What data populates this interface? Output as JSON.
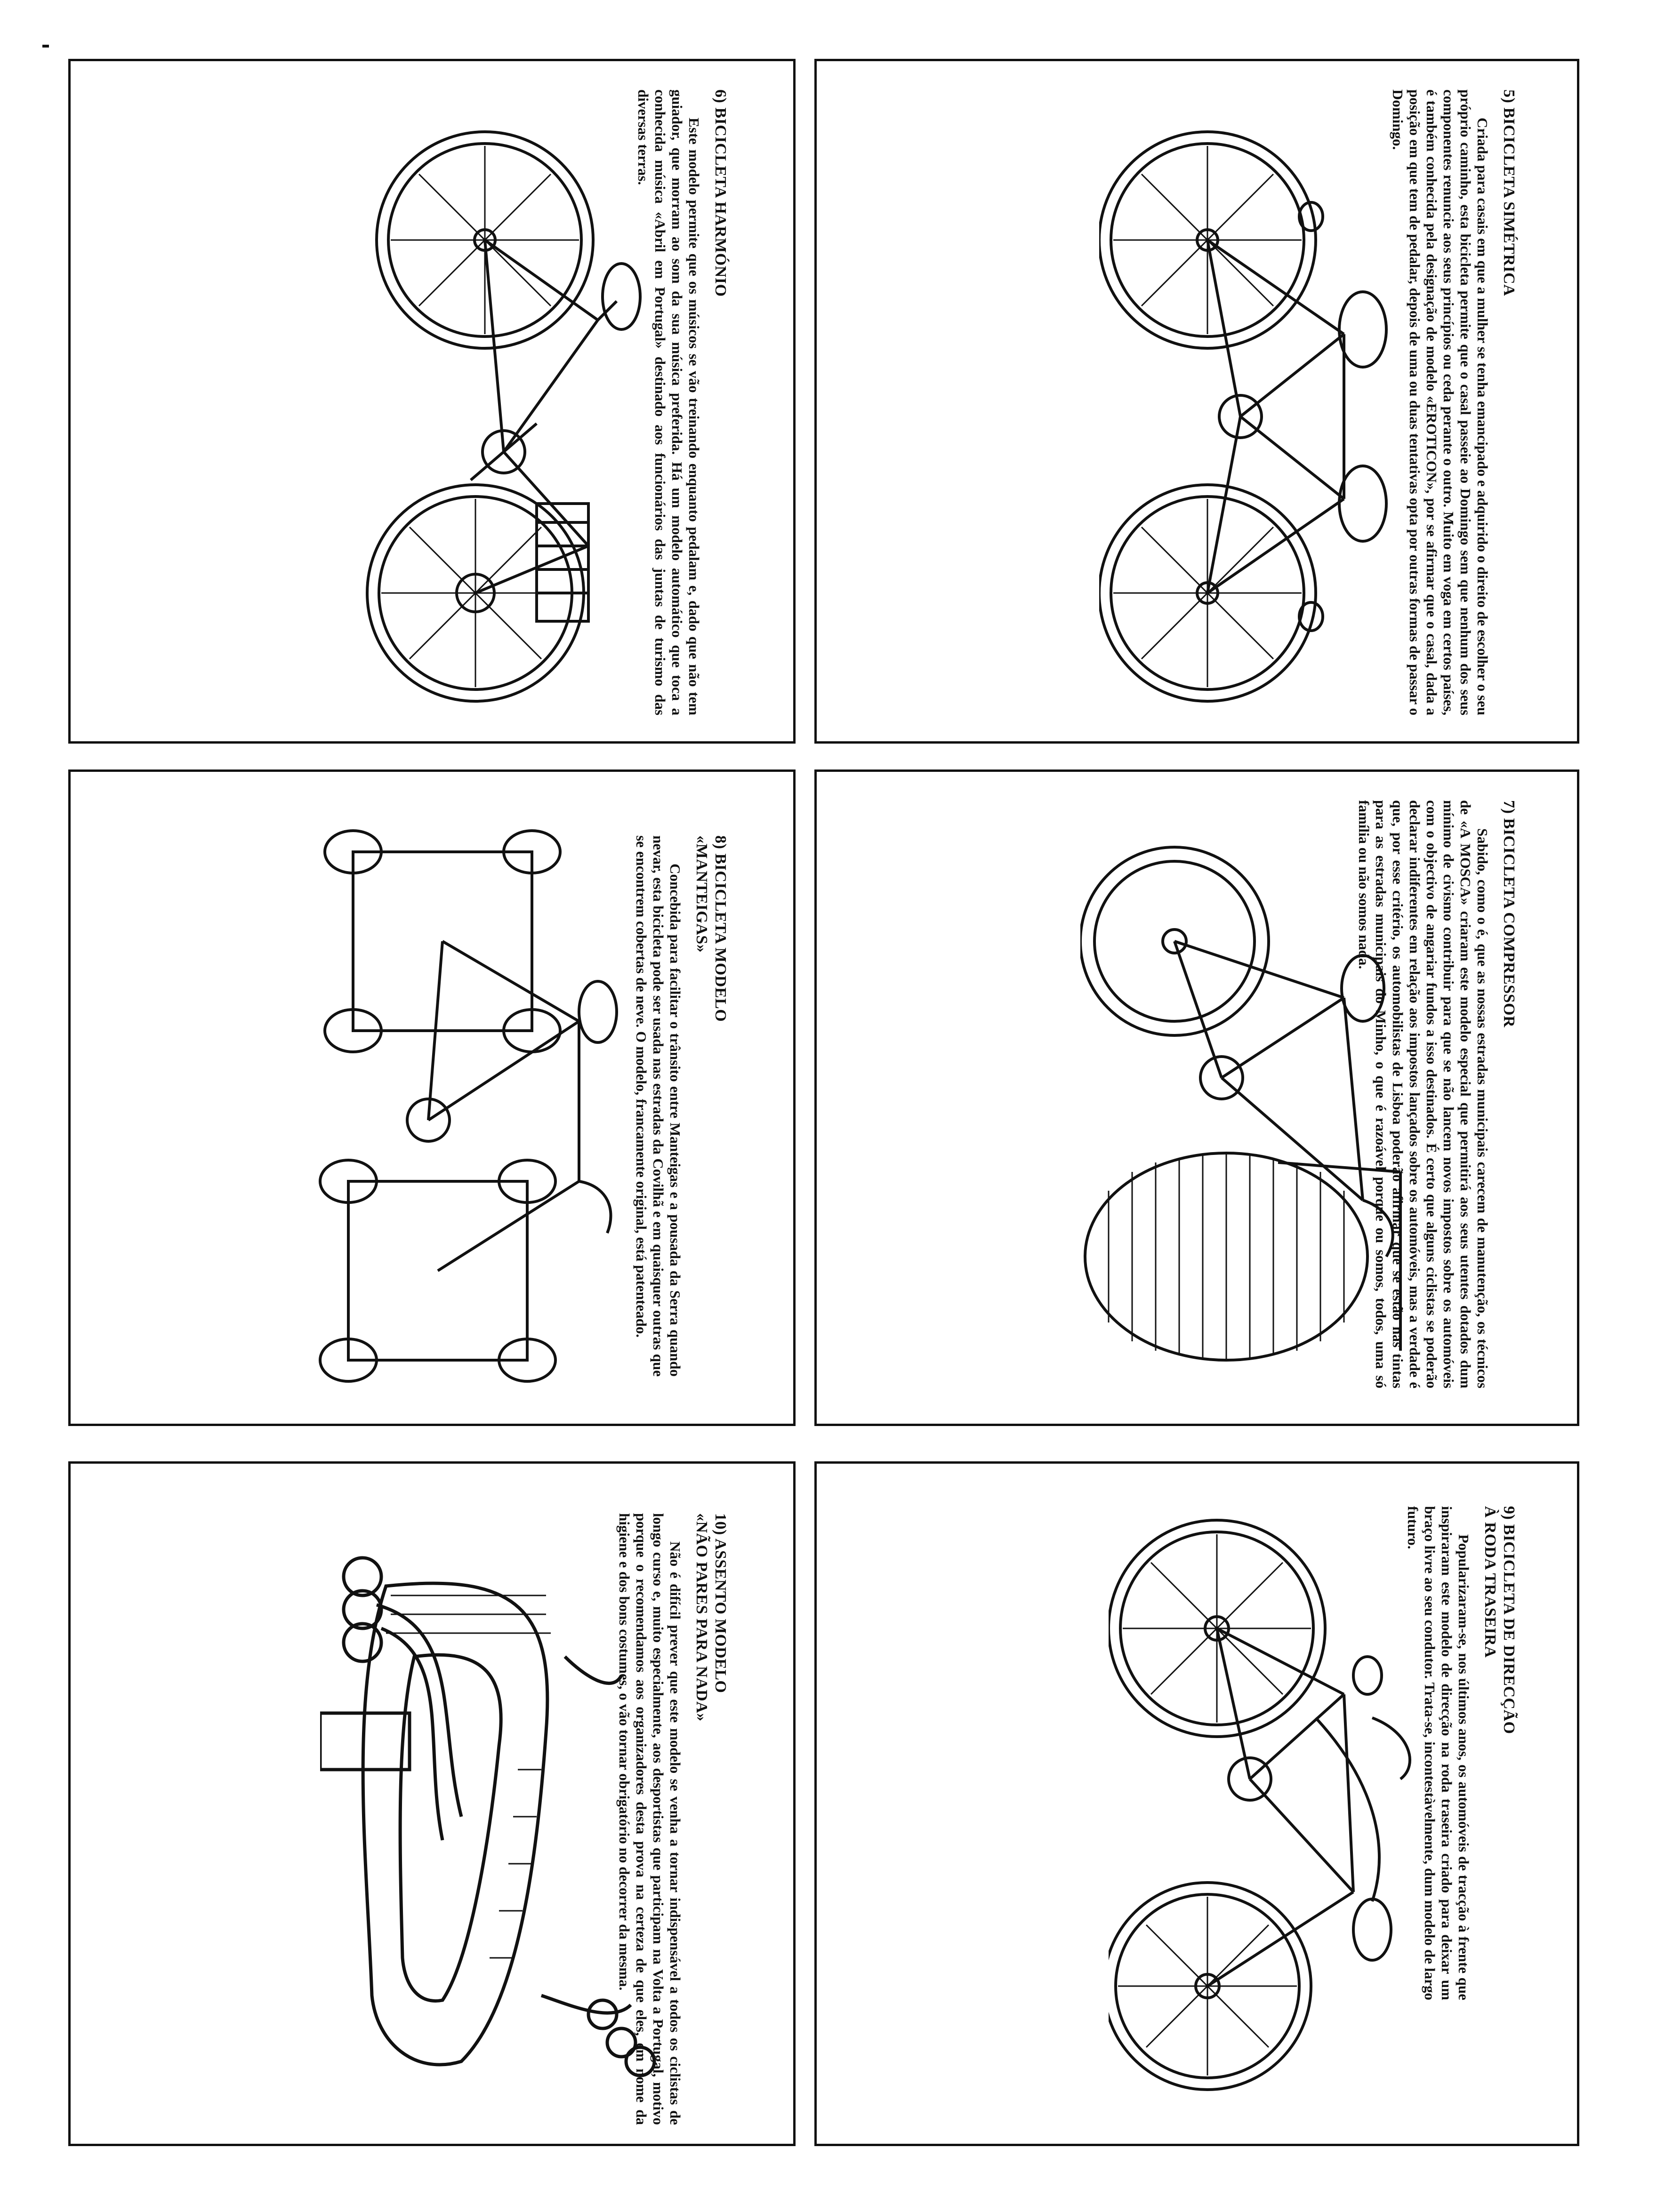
{
  "panels": {
    "p5": {
      "title": "5) BICICLETA SIMÉTRICA",
      "body": "Criada para casais em que a mulher se tenha emancipado e adquirido o direito de escolher o seu próprio caminho, esta bicicleta permite que o casal passeie ao Domingo sem que nenhum dos seus componentes renuncie aos seus princípios ou ceda perante o outro. Muito em voga em certos países, é também conhecida pela designação de modelo «EROTICON», por se afirmar que o casal, dada a posição em que tem de pedalar, depois de uma ou duas tentativas opta por outras formas de passar o Domingo."
    },
    "p6": {
      "title": "6) BICICLETA HARMÓNIO",
      "body": "Este modelo permite que os músicos se vão treinando enquanto pedalam e, dado que não tem guiador, que morram ao som da sua música preferida. Há um modelo automático que toca a conhecida música «Abril em Portugal» destinado aos funcionários das juntas de turismo das diversas terras."
    },
    "p7": {
      "title": "7) BICICLETA COMPRESSOR",
      "body": "Sabido, como o é, que as nossas estradas municipais carecem de manutenção, os técnicos de «A MOSCA» criaram este modelo especial que permitirá aos seus utentes dotados dum mínimo de civismo contribuir para que se não lancem novos impostos sobre os automóveis com o objectivo de angariar fundos a isso destinados. É certo que alguns ciclistas se poderão declarar indiferentes em relação aos impostos lançados sobre os automóveis, mas a verdade é que, por esse critério, os automobilistas de Lisboa poderão afirmar que se estão nas tintas para as estradas municipais do Minho, o que é razoável porque ou somos, todos, uma só família ou não somos nada."
    },
    "p8": {
      "title_line1": "8) BICICLETA MODELO",
      "title_line2": "«MANTEIGAS»",
      "body": "Concebida para facilitar o trânsito entre Manteigas e a pousada da Serra quando nevar, esta bicicleta pode ser usada nas estradas da Covilhã e em quaisquer outras que se encontrem cobertas de neve. O modelo, francamente original, está patenteado."
    },
    "p9": {
      "title_line1": "9) BICICLETA DE DIRECÇÃO",
      "title_line2": "À RODA TRASEIRA",
      "body": "Popularizaram-se, nos últimos anos, os automóveis de tracção à frente que inspiraram este modelo de direcção na roda traseira criado para deixar um braço livre ao seu condutor. Trata-se, incontestàvelmente, dum modelo de largo futuro."
    },
    "p10": {
      "title_line1": "10) ASSENTO MODELO",
      "title_line2": "«NÃO PARES PARA NADA»",
      "body": "Não é difícil prever que este modelo se venha a tornar indispensável a todos os ciclistas de longo curso e, muito especialmente, aos desportistas que participam na Volta a Portugal, motivo porque o recomendamos aos organizadores desta prova na certeza de que eles, em nome da higiene e dos bons costumes, o vão tornar obrigatório no decorrer da mesma."
    }
  }
}
